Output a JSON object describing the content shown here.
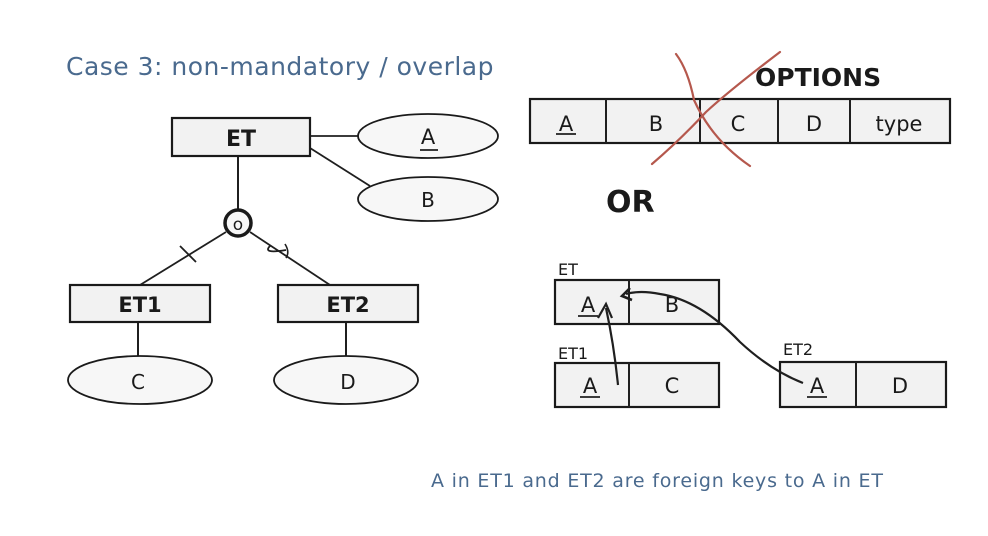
{
  "title": "Case 3: non-mandatory / overlap",
  "er": {
    "parent": {
      "name": "ET"
    },
    "parent_attrs": [
      {
        "name": "A",
        "key": true
      },
      {
        "name": "B",
        "key": false
      }
    ],
    "constraint": "o",
    "children": [
      {
        "name": "ET1",
        "attr": "C"
      },
      {
        "name": "ET2",
        "attr": "D"
      }
    ]
  },
  "options": {
    "label": "OPTIONS",
    "single_table": [
      "A",
      "B",
      "C",
      "D",
      "type"
    ],
    "or_label": "OR",
    "tables": [
      {
        "name": "ET",
        "cols": [
          "A",
          "B"
        ]
      },
      {
        "name": "ET1",
        "cols": [
          "A",
          "C"
        ]
      },
      {
        "name": "ET2",
        "cols": [
          "A",
          "D"
        ]
      }
    ]
  },
  "note": "A in ET1 and ET2 are foreign keys to A in ET",
  "colors": {
    "title": "#4a6a8e",
    "ink": "#1a1a1a",
    "strike": "#b5584d"
  }
}
